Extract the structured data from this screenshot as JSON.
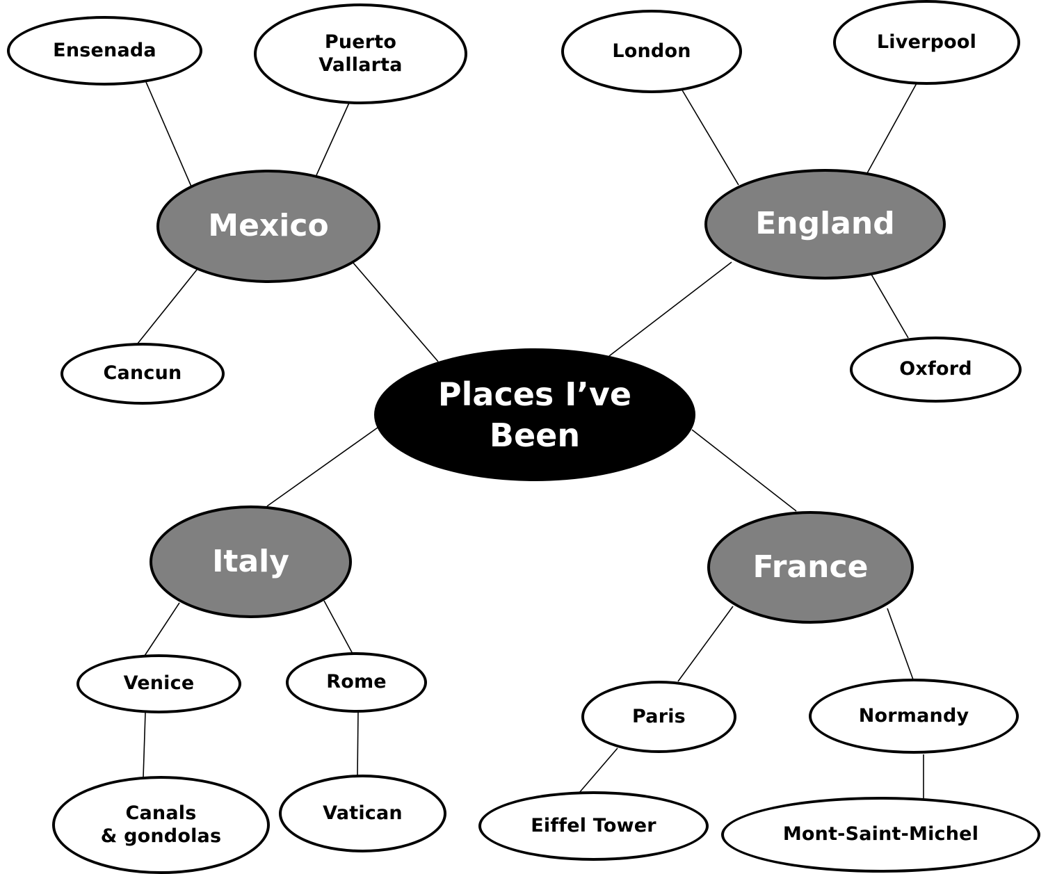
{
  "center": {
    "label": "Places I’ve\nBeen"
  },
  "countries": {
    "mexico": {
      "label": "Mexico"
    },
    "england": {
      "label": "England"
    },
    "italy": {
      "label": "Italy"
    },
    "france": {
      "label": "France"
    }
  },
  "places": {
    "ensenada": {
      "label": "Ensenada"
    },
    "puerto_vallarta": {
      "label": "Puerto\nVallarta"
    },
    "cancun": {
      "label": "Cancun"
    },
    "london": {
      "label": "London"
    },
    "liverpool": {
      "label": "Liverpool"
    },
    "oxford": {
      "label": "Oxford"
    },
    "venice": {
      "label": "Venice"
    },
    "rome": {
      "label": "Rome"
    },
    "canals_gondolas": {
      "label": "Canals\n& gondolas"
    },
    "vatican": {
      "label": "Vatican"
    },
    "paris": {
      "label": "Paris"
    },
    "normandy": {
      "label": "Normandy"
    },
    "eiffel_tower": {
      "label": "Eiffel Tower"
    },
    "mont_saint_michel": {
      "label": "Mont-Saint-Michel"
    }
  },
  "colors": {
    "center_fill": "#000000",
    "country_fill": "#808080",
    "leaf_fill": "#ffffff",
    "outline": "#000000"
  }
}
